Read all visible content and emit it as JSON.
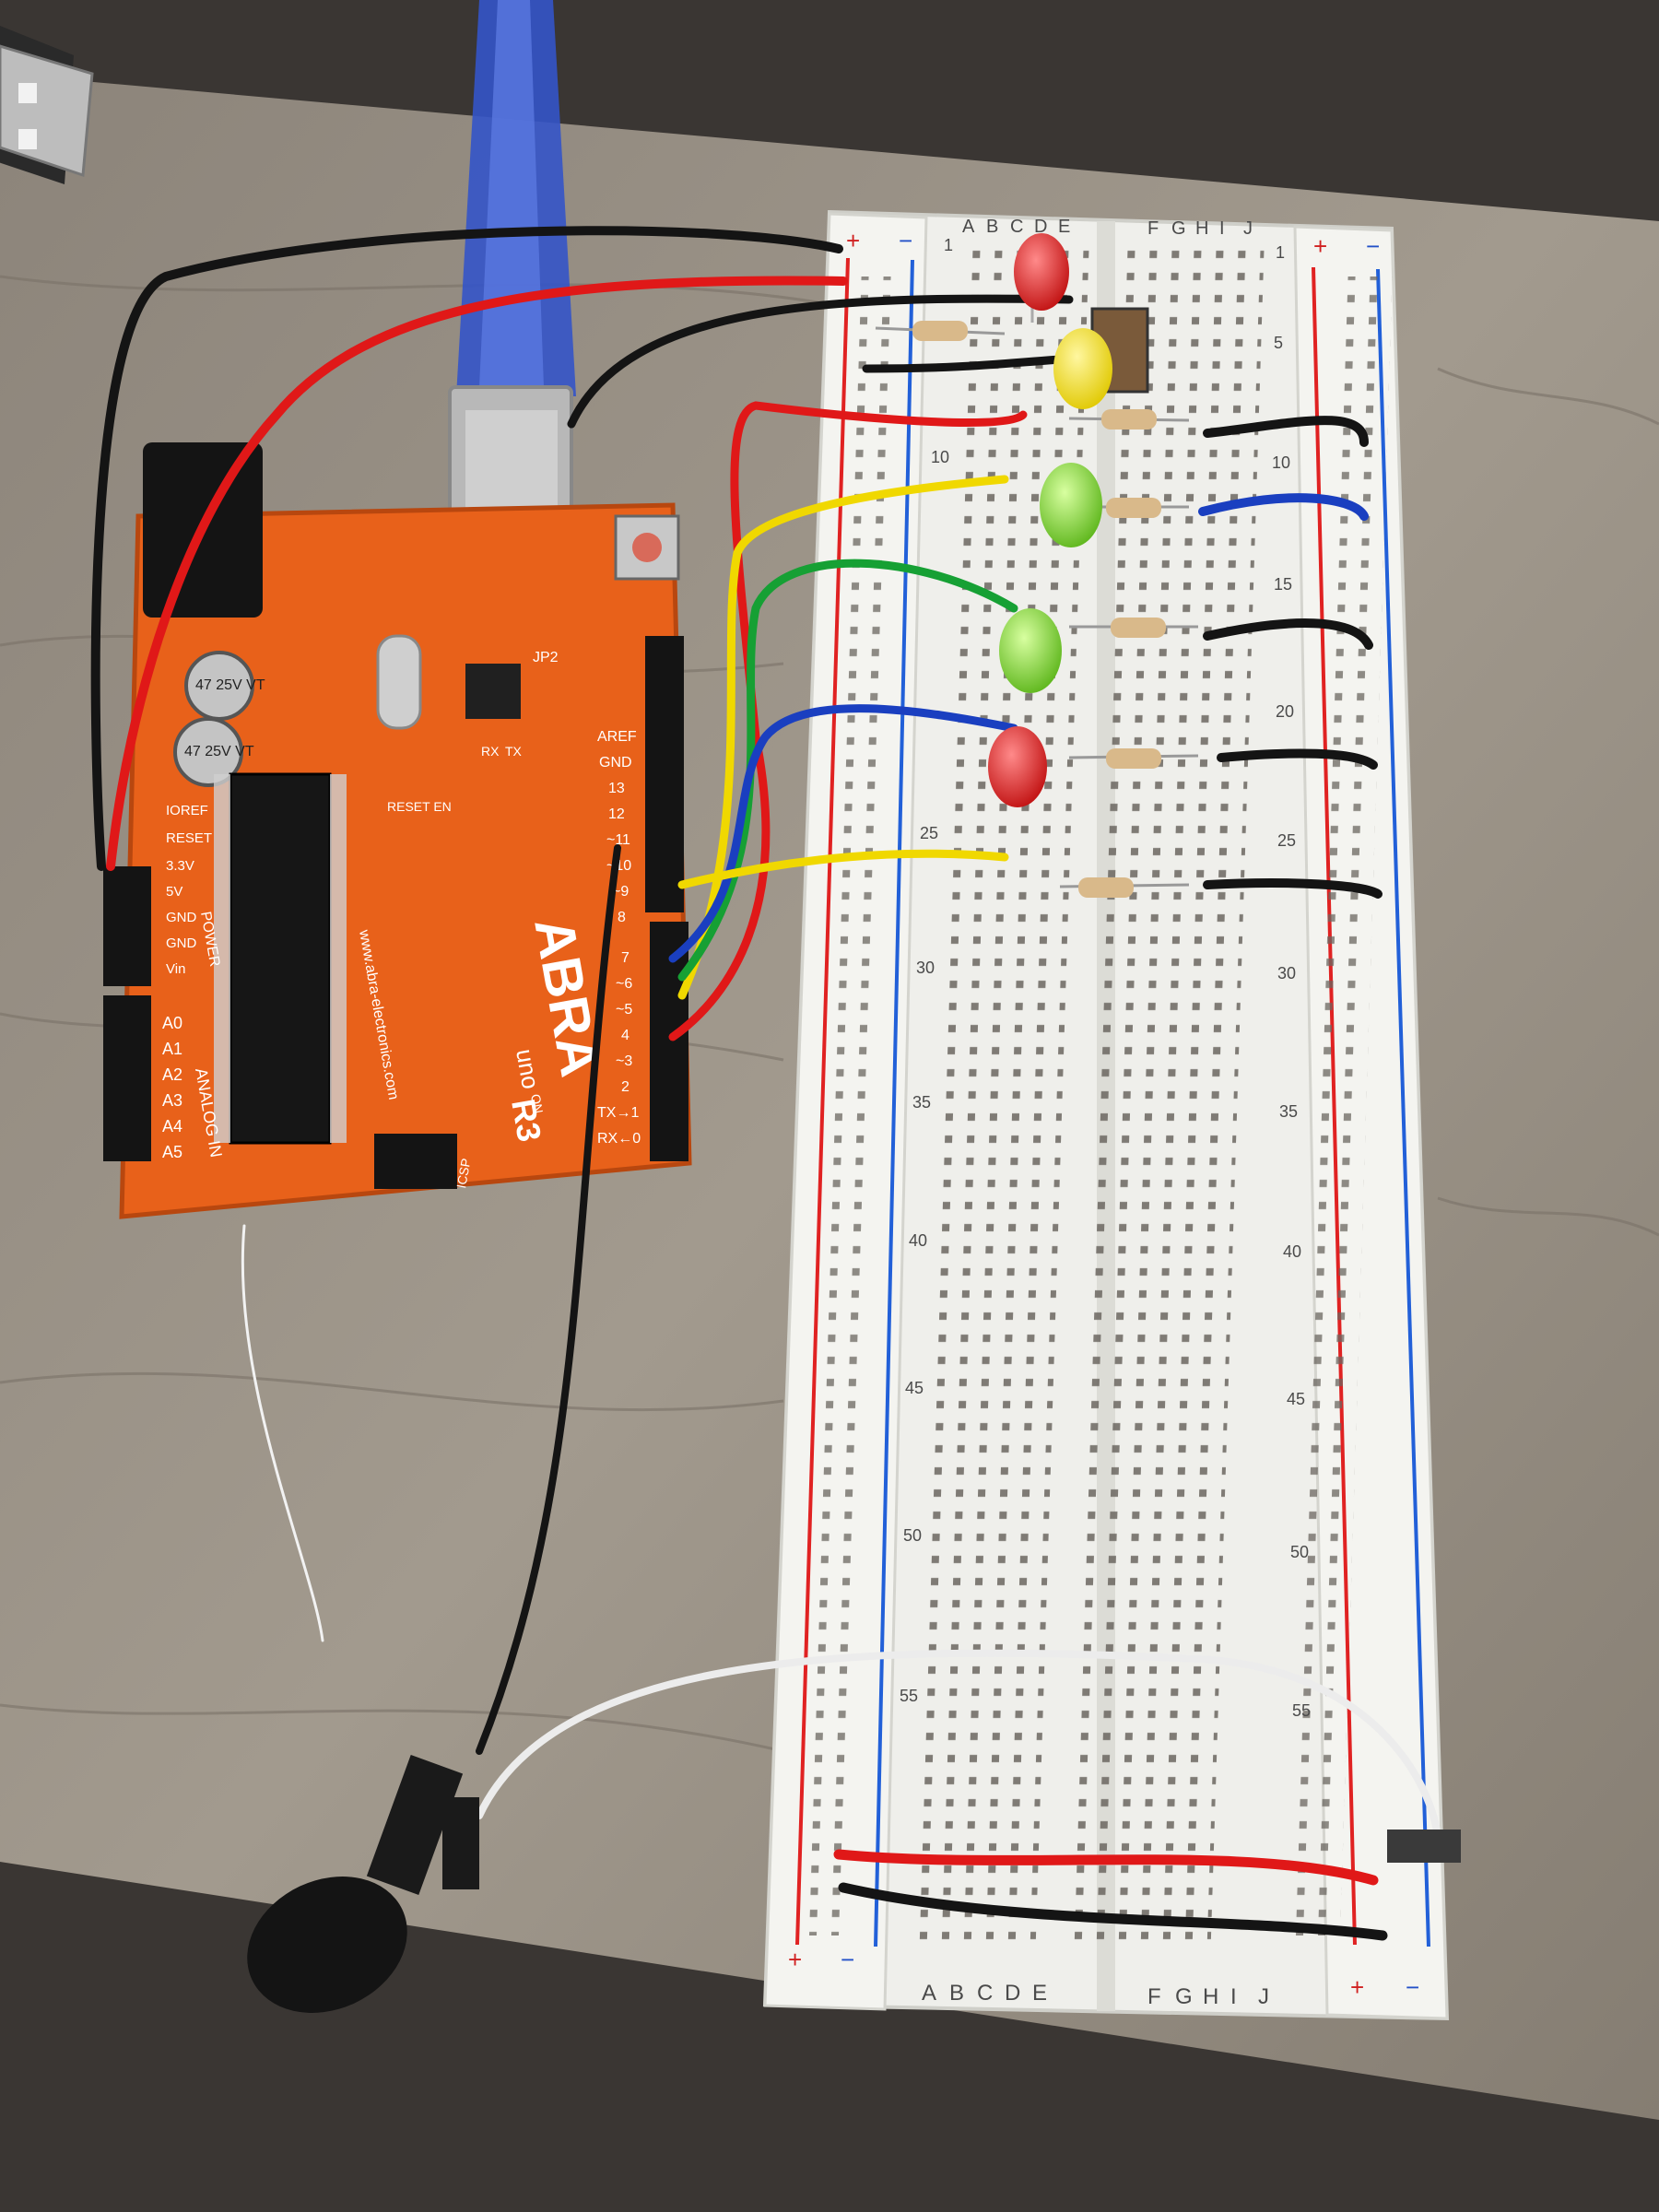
{
  "arduino": {
    "brand": "ABRA",
    "logo_suffix": "uno",
    "revision": "R3",
    "website": "www.abra-electronics.com",
    "jumper": "JP2",
    "reset_label": "RESET",
    "reset_en": "RESET EN",
    "on_label": "ON",
    "icsp_label": "ICSP",
    "tx_label": "TX",
    "rx_label": "RX",
    "analog_label": "ANALOG IN",
    "power_label": "POWER",
    "capacitor_text": "47 25V VT",
    "power_pins": [
      "IOREF",
      "RESET",
      "3.3V",
      "5V",
      "GND",
      "GND",
      "Vin"
    ],
    "analog_pins": [
      "A0",
      "A1",
      "A2",
      "A3",
      "A4",
      "A5"
    ],
    "digital_top": [
      "AREF",
      "GND",
      "13",
      "12",
      "~11",
      "~10",
      "~9",
      "8"
    ],
    "digital_bottom": [
      "7",
      "~6",
      "~5",
      "4",
      "~3",
      "2",
      "TX→1",
      "RX←0"
    ]
  },
  "breadboard": {
    "columns_left": [
      "A",
      "B",
      "C",
      "D",
      "E"
    ],
    "columns_right": [
      "F",
      "G",
      "H",
      "I",
      "J"
    ],
    "row_numbers": [
      "1",
      "5",
      "10",
      "15",
      "20",
      "25",
      "30",
      "35",
      "40",
      "45",
      "50",
      "55"
    ],
    "plus_symbol": "+",
    "minus_symbol": "−"
  },
  "components": {
    "leds": [
      "red",
      "yellow",
      "green",
      "green",
      "red"
    ],
    "colors": {
      "board": "#e8611a",
      "red_led": "#d81e1e",
      "yellow_led": "#f0dc1a",
      "green_led": "#7ccf2a",
      "wire_red": "#e01818",
      "wire_black": "#141414",
      "wire_yellow": "#f0d800",
      "wire_green": "#16a034",
      "wire_blue": "#1a3fc0",
      "wire_white": "#eeeeee"
    }
  }
}
